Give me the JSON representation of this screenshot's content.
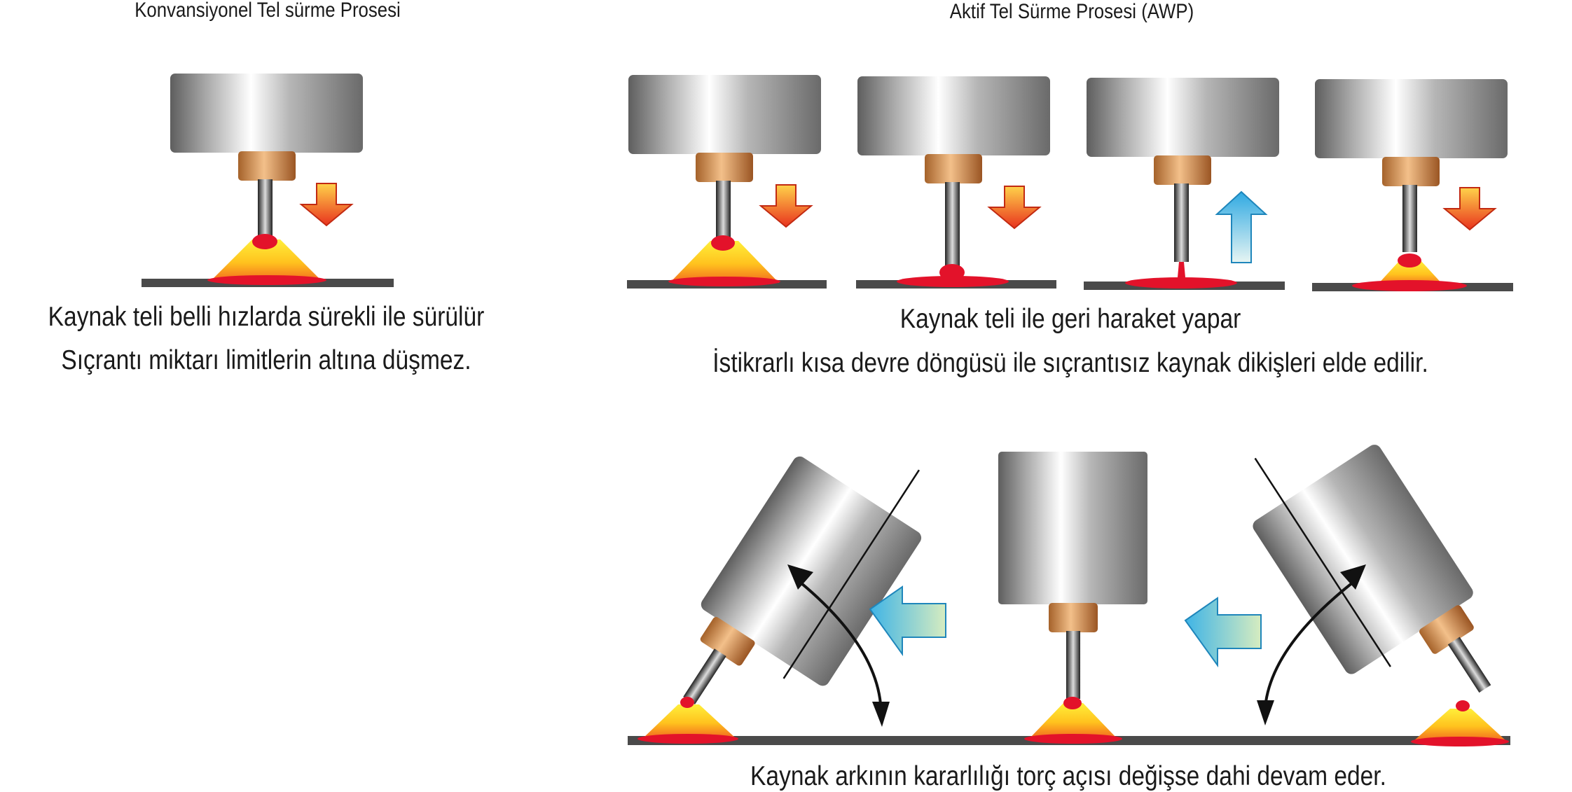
{
  "conventional": {
    "title": "Konvansiyonel Tel sürme Prosesi",
    "caption_1": "Kaynak teli belli hızlarda sürekli ile sürülür",
    "caption_2": "Sıçrantı miktarı limitlerin altına düşmez."
  },
  "active": {
    "title": "Aktif Tel Sürme Prosesi (AWP)",
    "caption_1": "Kaynak teli ile geri haraket yapar",
    "caption_2": "İstikrarlı kısa devre döngüsü ile sıçrantısız kaynak dikişleri elde edilir."
  },
  "torch_angle": {
    "caption": "Kaynak arkının kararlılığı torç açısı değişse dahi devam eder."
  },
  "colors": {
    "text": "#1a1a1a",
    "plate": "#4a4a4a",
    "droplet": "#e3122a",
    "arc_yellow": "#ffe21a",
    "arc_orange": "#f7931e",
    "arrow_down": "#ee4a1e",
    "arrow_up_blue": "#3db3e6",
    "arrow_travel": "#59c1ea",
    "tip_copper": "#c9803f",
    "body_steel": "#9a9a9a"
  },
  "icons": [
    "down-arrow-icon",
    "up-arrow-icon",
    "left-arrow-icon",
    "curved-double-arrow-icon"
  ]
}
